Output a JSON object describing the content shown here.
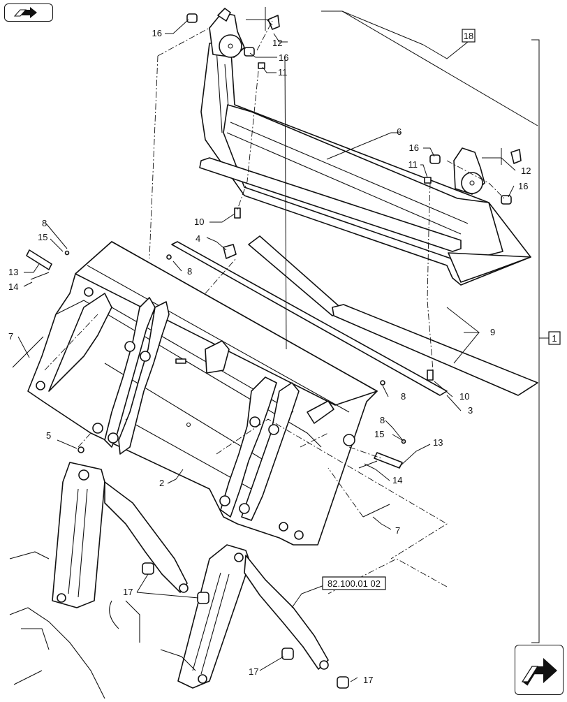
{
  "navigation": {
    "top_icon": "arrow-forward-icon",
    "bottom_icon": "arrow-forward-icon"
  },
  "callouts": {
    "c1": "1",
    "c2": "2",
    "c3": "3",
    "c4": "4",
    "c5": "5",
    "c6": "6",
    "c7a": "7",
    "c7b": "7",
    "c8a": "8",
    "c8b": "8",
    "c8c": "8",
    "c8d": "8",
    "c9": "9",
    "c10a": "10",
    "c10b": "10",
    "c11a": "11",
    "c11b": "11",
    "c12a": "12",
    "c12b": "12",
    "c13a": "13",
    "c13b": "13",
    "c14a": "14",
    "c14b": "14",
    "c15a": "15",
    "c15b": "15",
    "c16a": "16",
    "c16b": "16",
    "c16c": "16",
    "c16d": "16",
    "c17a": "17",
    "c17b": "17",
    "c17c": "17",
    "c18": "18",
    "ref": "82.100.01 02"
  },
  "colors": {
    "line": "#111111",
    "background": "#ffffff"
  }
}
